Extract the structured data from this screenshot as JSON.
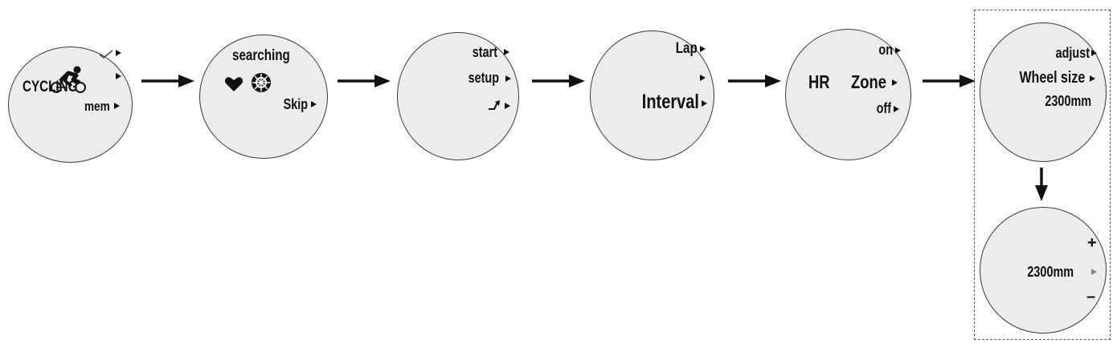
{
  "screens": {
    "cycling": {
      "label": "CYCLING",
      "mem": "mem"
    },
    "searching": {
      "label": "searching",
      "skip": "Skip"
    },
    "menu": {
      "start": "start",
      "setup": "setup"
    },
    "lap": {
      "lap": "Lap",
      "interval": "Interval"
    },
    "hrzone": {
      "on": "on",
      "hr": "HR",
      "zone": "Zone",
      "off": "off"
    },
    "wheel": {
      "adjust": "adjust",
      "wheel_size": "Wheel size",
      "value": "2300mm"
    },
    "wheel_adjust": {
      "plus": "+",
      "value": "2300mm",
      "minus": "–"
    }
  },
  "icons": [
    "cyclist-icon",
    "check-icon",
    "heart-icon",
    "sensor-icon",
    "back-arrow-icon",
    "triangle-icon",
    "flow-arrow"
  ],
  "colors": {
    "screen_fill": "#ececec",
    "outline": "#3a3a3a",
    "text": "#111111"
  }
}
